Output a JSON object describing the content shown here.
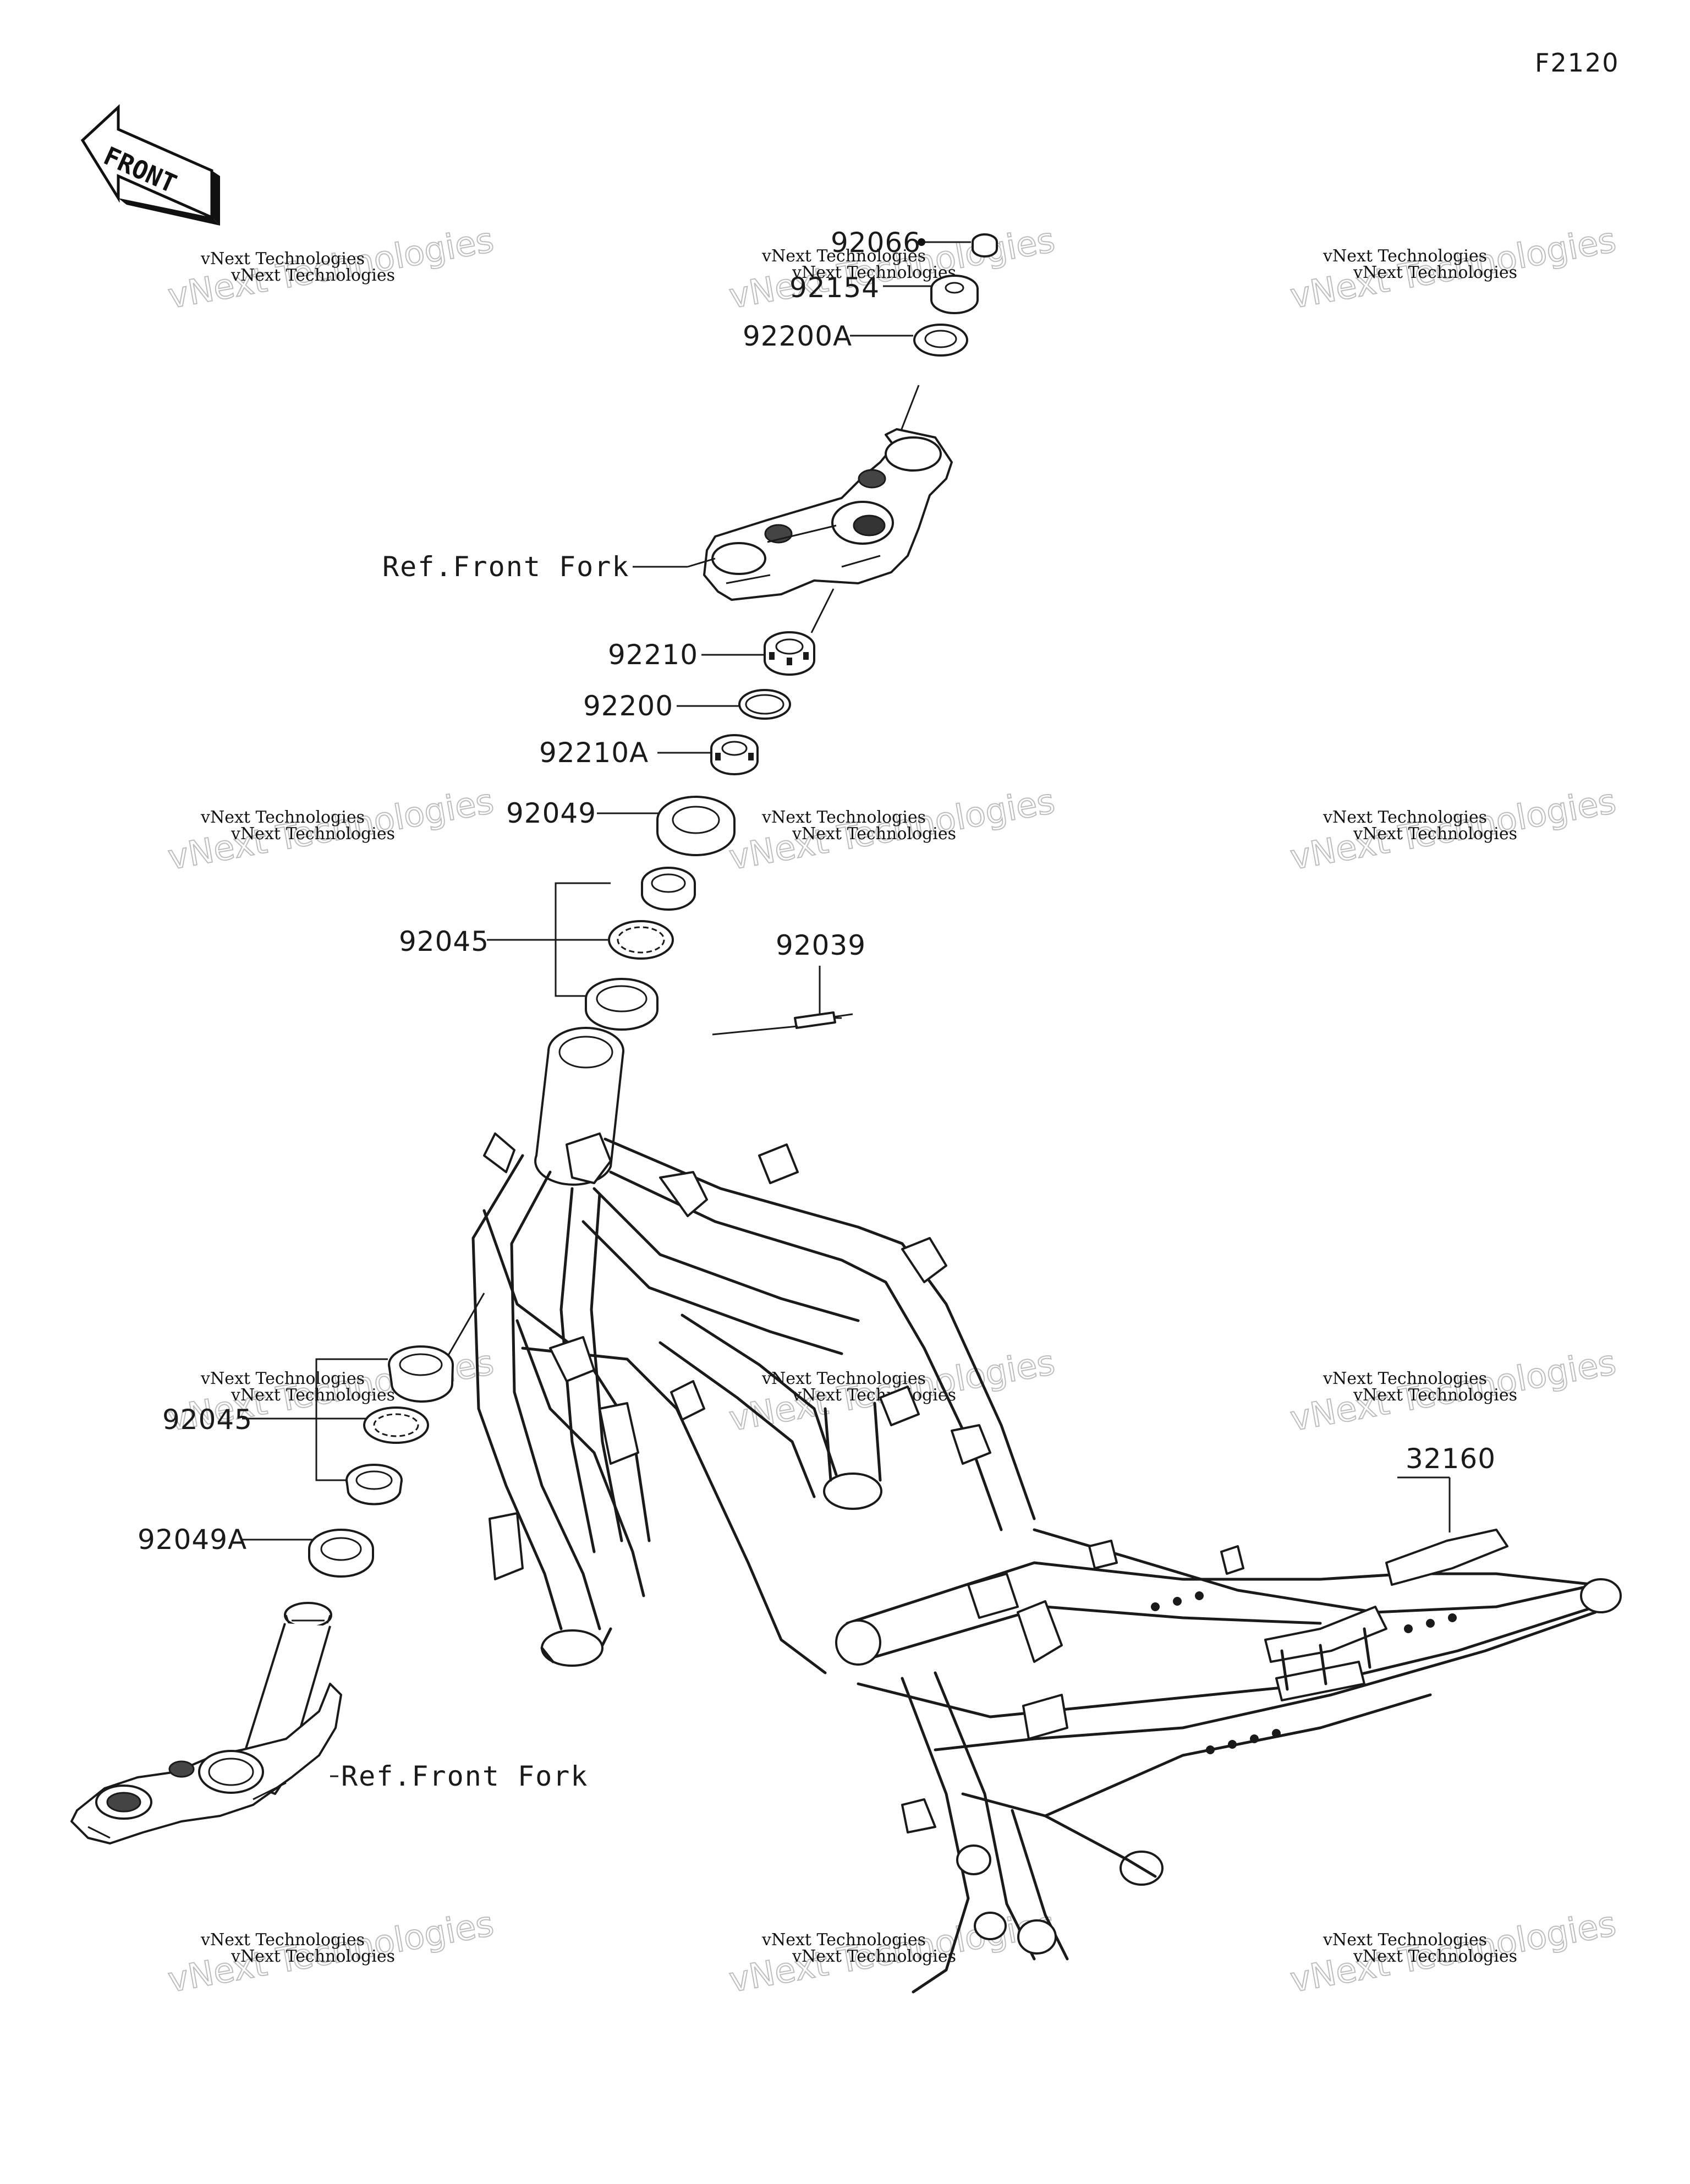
{
  "diagram_code": "F2120",
  "front_arrow": {
    "label": "FRONT",
    "icon": "front-arrow-icon"
  },
  "watermark": {
    "small": "vNext Technologies",
    "large": "vNext Technologies"
  },
  "labels": {
    "p92066": "92066",
    "p92154": "92154",
    "p92200A": "92200A",
    "ref_front_fork_top": "Ref.Front Fork",
    "p92210": "92210",
    "p92200": "92200",
    "p92210A": "92210A",
    "p92049": "92049",
    "p92045_upper": "92045",
    "p92039": "92039",
    "p92045_lower": "92045",
    "p92049A": "92049A",
    "ref_front_fork_bottom": "Ref.Front Fork",
    "p32160": "32160"
  }
}
